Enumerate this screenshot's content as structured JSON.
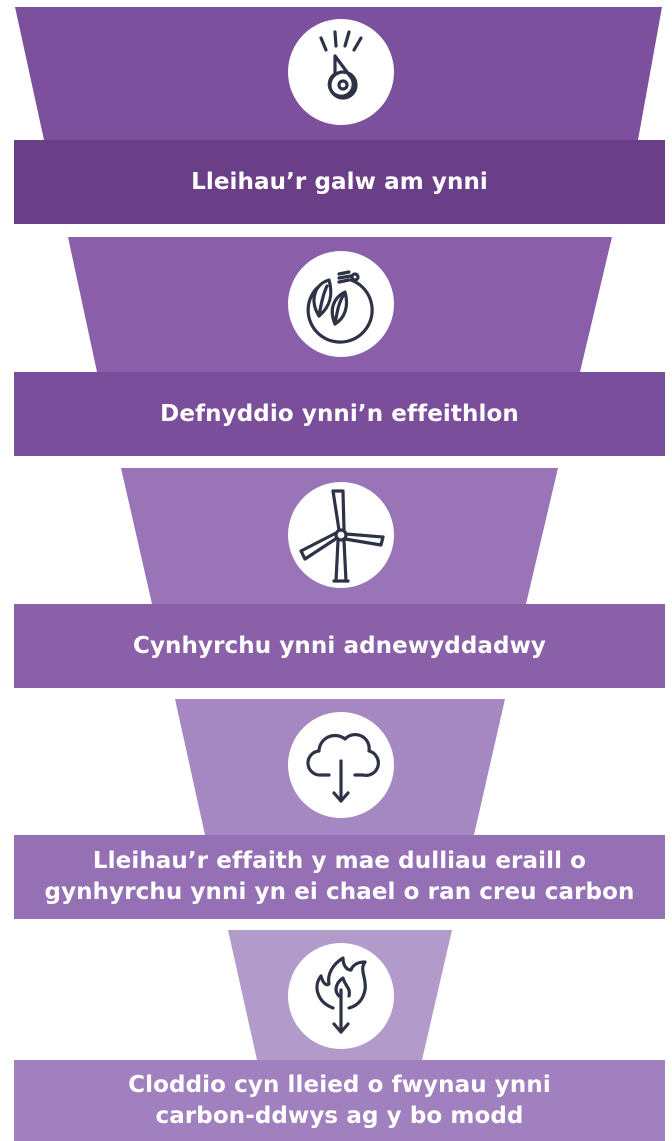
{
  "funnel": {
    "tiers": [
      {
        "label": "Lleihau’r galw am ynni",
        "icon": "meter-dial-icon",
        "trap_color": "#7d509e",
        "band_color": "#6a3f88"
      },
      {
        "label": "Defnyddio ynni’n effeithlon",
        "icon": "leaf-cycle-icon",
        "trap_color": "#8a5ea9",
        "band_color": "#7a4e9a"
      },
      {
        "label": "Cynhyrchu ynni adnewyddadwy",
        "icon": "wind-turbine-icon",
        "trap_color": "#9974b7",
        "band_color": "#8a60a8"
      },
      {
        "label": "Lleihau’r effaith y mae dulliau eraill o\ngynhyrchu ynni yn ei chael o ran creu carbon",
        "icon": "cloud-download-icon",
        "trap_color": "#a587c1",
        "band_color": "#9670b4"
      },
      {
        "label": "Cloddio cyn lleied o fwynau ynni\ncarbon-ddwys ag y bo modd",
        "icon": "flame-down-icon",
        "trap_color": "#b29bcb",
        "band_color": "#a080be"
      }
    ],
    "icon_stroke_color": "#2e3247"
  }
}
